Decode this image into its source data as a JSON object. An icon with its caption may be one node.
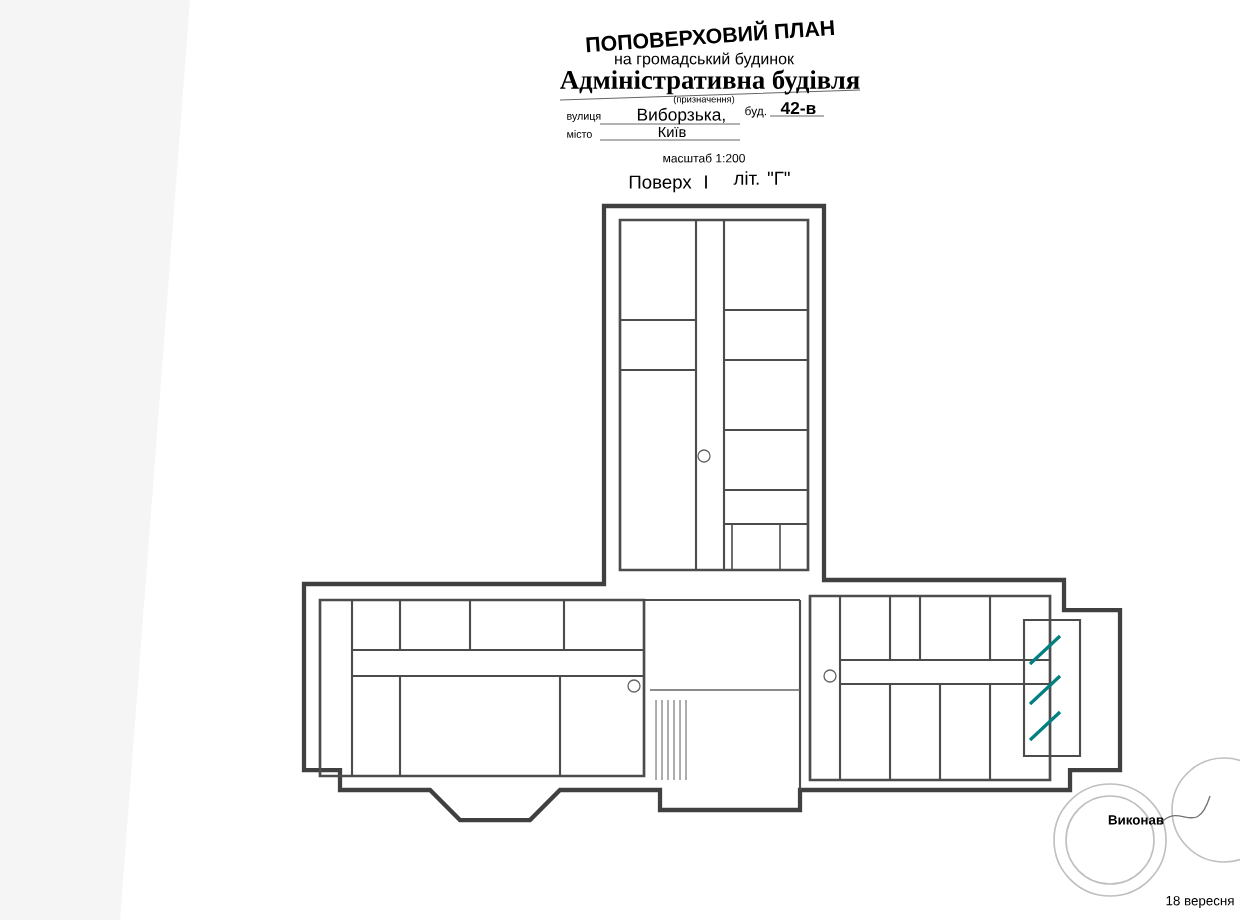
{
  "diagram": {
    "title": "ПОПОВЕРХОВИЙ ПЛАН",
    "labels": [
      "на громадський будинок",
      "Адміністративна будівля",
      "(призначення)",
      "вулиця",
      "Виборзька,",
      "буд.",
      "42-в",
      "місто",
      "Київ",
      "масштаб 1:200",
      "Поверх",
      "І",
      "літ. \"Г\"",
      "Виконав",
      "18 вересня"
    ]
  }
}
